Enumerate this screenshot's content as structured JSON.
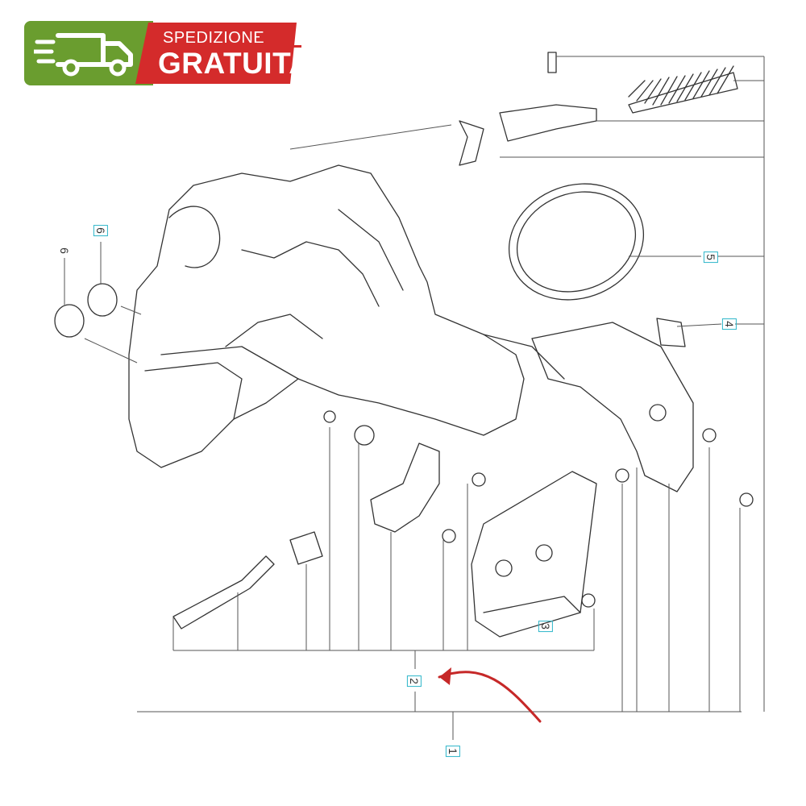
{
  "badge": {
    "line1": "SPEDIZIONE",
    "line2": "GRATUITA",
    "green": "#6a9d2f",
    "red": "#d42b2b",
    "icon": "truck-icon"
  },
  "callouts": [
    {
      "id": "part-6-boxed",
      "text": "6",
      "boxed": true
    },
    {
      "id": "part-6",
      "text": "6",
      "boxed": false
    },
    {
      "id": "part-5",
      "text": "5",
      "boxed": true
    },
    {
      "id": "part-4",
      "text": "4",
      "boxed": true
    },
    {
      "id": "part-3",
      "text": "3",
      "boxed": true
    },
    {
      "id": "part-2",
      "text": "2",
      "boxed": true
    },
    {
      "id": "part-1",
      "text": "1",
      "boxed": true
    }
  ],
  "highlight": {
    "arrow_color": "#c62828",
    "box_color": "#2bb5c8"
  }
}
